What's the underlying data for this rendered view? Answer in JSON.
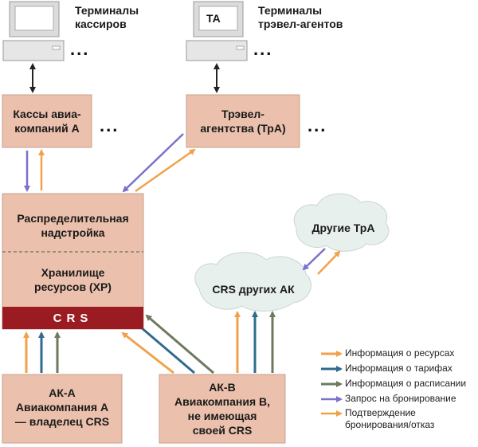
{
  "colors": {
    "box_fill": "#ebc0ac",
    "box_stroke": "#c9a08e",
    "crs_bar": "#9b1b22",
    "cloud_fill": "#e8f0ee",
    "resource_info": "#f0a24a",
    "tariff_info": "#2f6b8f",
    "schedule_info": "#6e7a5e",
    "booking_request": "#7b72c9",
    "confirmation": "#f0a24a"
  },
  "terminals": {
    "cashier_label": "Терминалы\nкассиров",
    "agent_label": "Терминалы\nтрэвел-агентов",
    "agent_screen_text": "ТА",
    "dots": "..."
  },
  "boxes": {
    "airline_offices": "Кассы авиа-\nкомпаний А",
    "travel_agencies": "Трэвел-\nагентства (ТрА)",
    "distribution": "Распределительная\nнадстройка",
    "storage": "Хранилище\nресурсов (ХР)",
    "crs_bar": "CRS",
    "airline_a": "АК-А\nАвиакомпания А\n— владелец CRS",
    "airline_b": "АК-В\nАвиакомпания В,\nне имеющая\nсвоей CRS"
  },
  "clouds": {
    "other_agencies": "Другие ТрА",
    "other_crs": "CRS других АК"
  },
  "legend": {
    "items": [
      {
        "label": "Информация о ресурсах",
        "color_key": "resource_info"
      },
      {
        "label": "Информация о тарифах",
        "color_key": "tariff_info"
      },
      {
        "label": "Информация о расписании",
        "color_key": "schedule_info"
      },
      {
        "label": "Запрос на бронирование",
        "color_key": "booking_request"
      },
      {
        "label": "Подтверждение\nбронирования/отказ",
        "color_key": "confirmation"
      }
    ]
  }
}
